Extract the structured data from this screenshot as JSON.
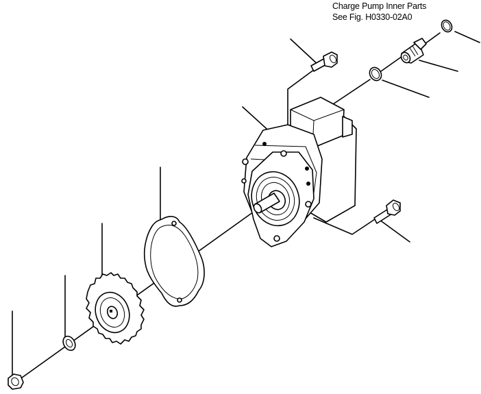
{
  "caption": {
    "line1": "Charge Pump Inner Parts",
    "line2": "See Fig. H0330-02A0"
  },
  "parts": [
    {
      "name": "o-ring-small"
    },
    {
      "name": "connector-fitting"
    },
    {
      "name": "o-ring-medium"
    },
    {
      "name": "bolt-upper"
    },
    {
      "name": "charge-pump-assembly"
    },
    {
      "name": "bolt-lower"
    },
    {
      "name": "gasket"
    },
    {
      "name": "drive-gear"
    },
    {
      "name": "washer"
    },
    {
      "name": "nut"
    }
  ]
}
